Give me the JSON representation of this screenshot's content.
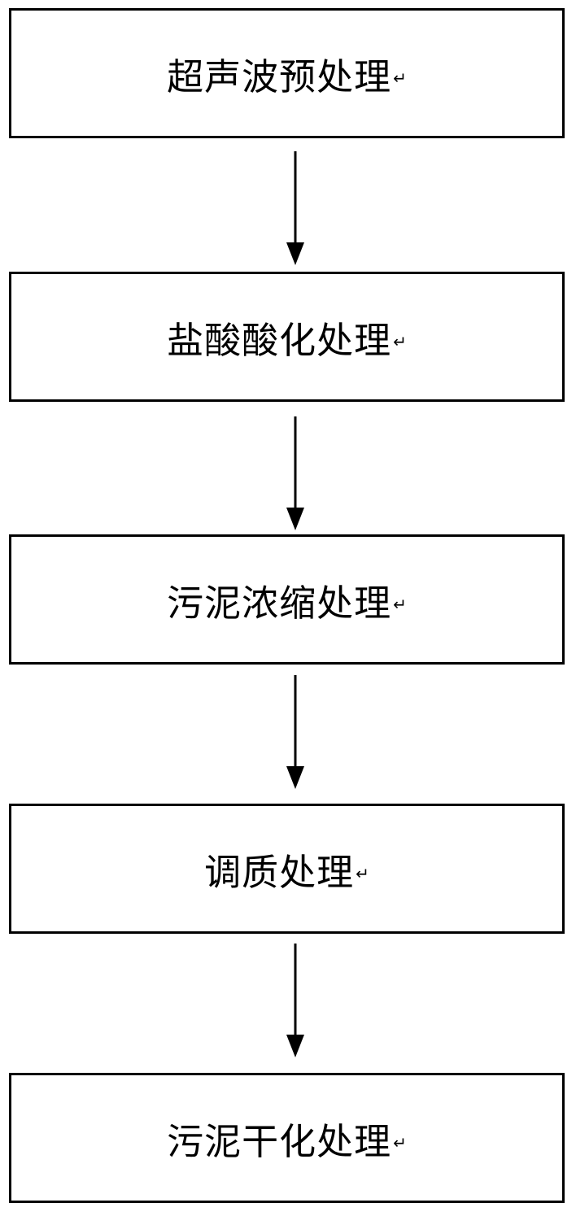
{
  "diagram": {
    "paragraph_mark": "↵",
    "steps": [
      {
        "label": "超声波预处理"
      },
      {
        "label": "盐酸酸化处理"
      },
      {
        "label": "污泥浓缩处理"
      },
      {
        "label": "调质处理"
      },
      {
        "label": "污泥干化处理"
      }
    ]
  }
}
